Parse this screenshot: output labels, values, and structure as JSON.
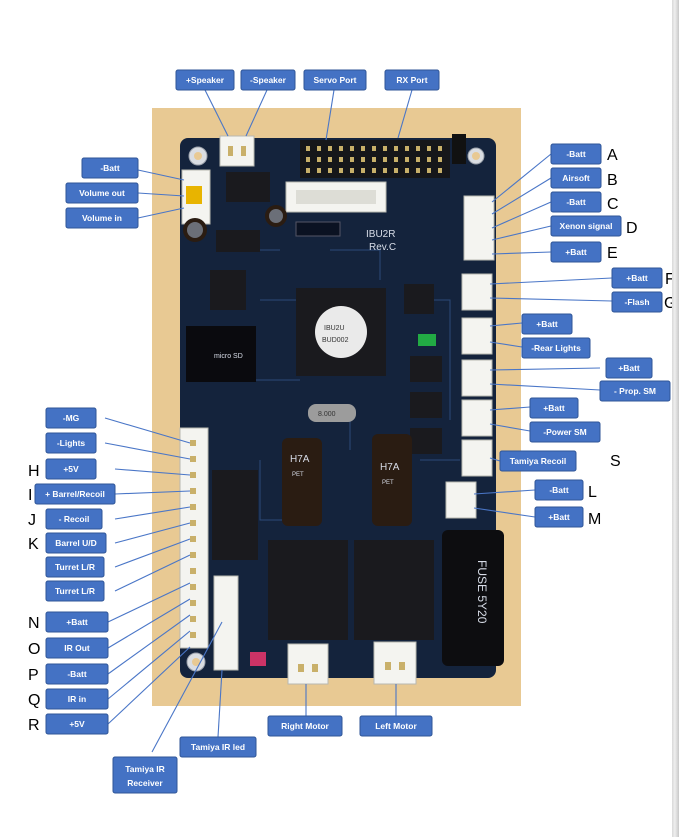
{
  "board": {
    "model": "IBU2R",
    "revision": "Rev.C",
    "chip_marking_1": "IBU2U",
    "chip_marking_2": "BUD002",
    "fuse_marking": "FUSE 5Y20",
    "card_marking": "micro SD",
    "crystal_marking": "8.000",
    "cap_marking": "H7A",
    "cap_series": "PET"
  },
  "labels": {
    "speaker_pos": "+Speaker",
    "speaker_neg": "-Speaker",
    "servo_port": "Servo Port",
    "rx_port": "RX Port",
    "batt_neg_left": "-Batt",
    "volume_out": "Volume out",
    "volume_in": "Volume in",
    "batt_neg_a": "-Batt",
    "airsoft": "Airsoft",
    "batt_neg_c": "-Batt",
    "xenon_signal": "Xenon signal",
    "batt_pos_e": "+Batt",
    "batt_pos_f": "+Batt",
    "flash_neg": "-Flash",
    "batt_pos_rear": "+Batt",
    "rear_lights_neg": "-Rear Lights",
    "batt_pos_prop": "+Batt",
    "prop_sm_neg": "- Prop. SM",
    "batt_pos_power": "+Batt",
    "power_sm_neg": "-Power SM",
    "tamiya_recoil": "Tamiya Recoil",
    "batt_neg_l": "-Batt",
    "batt_pos_m": "+Batt",
    "mg_neg": "-MG",
    "lights_neg": "-Lights",
    "plus_5v_h": "+5V",
    "barrel_recoil": "+ Barrel/Recoil",
    "recoil_neg": "- Recoil",
    "barrel_ud": "Barrel U/D",
    "turret_lr_1": "Turret L/R",
    "turret_lr_2": "Turret L/R",
    "batt_pos_n": "+Batt",
    "ir_out": "IR Out",
    "batt_neg_p": "-Batt",
    "ir_in": "IR in",
    "plus_5v_r": "+5V",
    "tamiya_ir_led": "Tamiya IR led",
    "tamiya_ir_receiver_1": "Tamiya IR",
    "tamiya_ir_receiver_2": "Receiver",
    "right_motor": "Right Motor",
    "left_motor": "Left Motor"
  },
  "letters": {
    "a": "A",
    "b": "B",
    "c": "C",
    "d": "D",
    "e": "E",
    "f": "F",
    "g": "G",
    "s": "S",
    "l": "L",
    "m": "M",
    "h": "H",
    "i": "I",
    "j": "J",
    "k": "K",
    "n": "N",
    "o": "O",
    "p": "P",
    "q": "Q",
    "r": "R"
  },
  "colors": {
    "label_fill": "#4472c4",
    "label_border": "#2f5597",
    "label_text": "#ffffff",
    "leader_line": "#4a76c7",
    "board": "#14233c",
    "photo_background": "#e8c993"
  }
}
